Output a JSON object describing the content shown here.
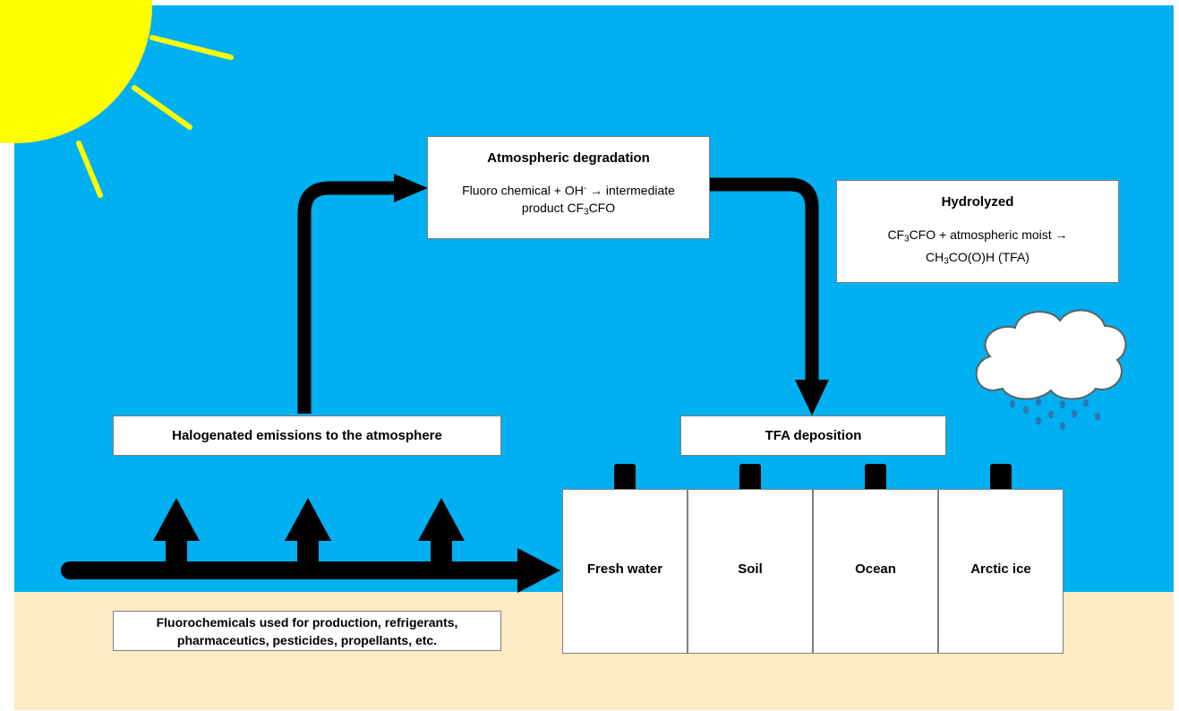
{
  "colors": {
    "sky": "#00b0f0",
    "ground": "#fcebc5",
    "sun": "#ffff00",
    "arrow": "#000000"
  },
  "emissions": {
    "label": "Halogenated emissions to the atmosphere"
  },
  "degradation": {
    "title": "Atmospheric degradation",
    "line1_a": "Fluoro chemical + OH",
    "line1_sup": "-",
    "line1_b": " → intermediate",
    "line2_a": "product CF",
    "line2_sub": "3",
    "line2_b": "CFO"
  },
  "hydrolyzed": {
    "title": "Hydrolyzed",
    "line1_a": "CF",
    "line1_sub": "3",
    "line1_b": "CFO + atmospheric moist →",
    "line2_a": "CH",
    "line2_sub": "3",
    "line2_b": "CO(O)H (TFA)"
  },
  "deposition": {
    "label": "TFA deposition"
  },
  "compartments": [
    "Fresh water",
    "Soil",
    "Ocean",
    "Arctic ice"
  ],
  "sources": {
    "line1": "Fluorochemicals used for production, refrigerants,",
    "line2": "pharmaceutics, pesticides, propellants, etc."
  },
  "icons": [
    "sun-icon",
    "rain-cloud-icon"
  ]
}
